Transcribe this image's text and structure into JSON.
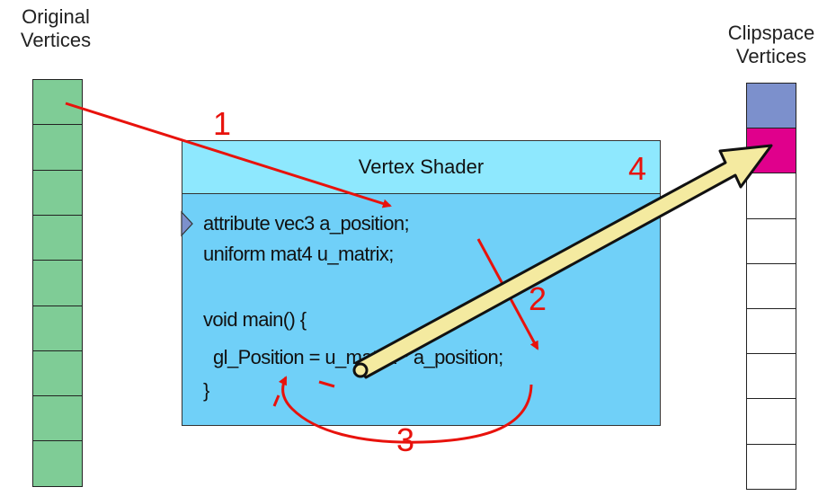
{
  "left_column": {
    "label_line1": "Original",
    "label_line2": "Vertices",
    "cell_count": 9,
    "cell_color": "#7fcc96"
  },
  "right_column": {
    "label_line1": "Clipspace",
    "label_line2": "Vertices",
    "cell_count": 9,
    "cell_colors": [
      "#7c90cc",
      "#e0008c",
      "#ffffff",
      "#ffffff",
      "#ffffff",
      "#ffffff",
      "#ffffff",
      "#ffffff",
      "#ffffff"
    ]
  },
  "shader": {
    "title": "Vertex Shader",
    "lines": [
      "attribute vec3 a_position;",
      "uniform mat4 u_matrix;",
      "void main() {",
      "  gl_Position = u_matrix * a_position;",
      "}"
    ]
  },
  "steps": {
    "s1": "1",
    "s2": "2",
    "s3": "3",
    "s4": "4"
  },
  "colors": {
    "annotation_red": "#e8120c",
    "big_arrow_fill": "#f4eaa0",
    "shader_header": "#8ee8fe",
    "shader_body": "#70d0f8"
  }
}
